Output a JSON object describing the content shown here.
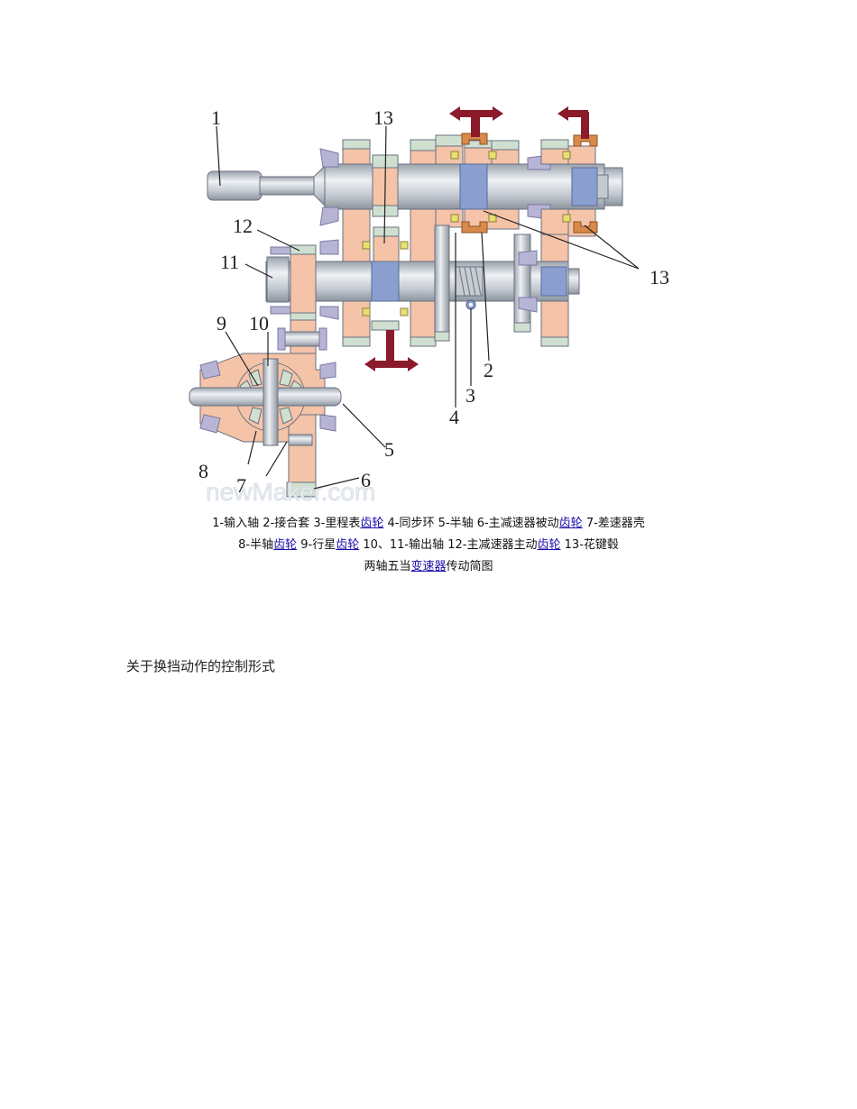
{
  "figure": {
    "title": "两轴五当变速器传动简图",
    "watermark": "newMaker.com",
    "callout_labels": {
      "l1": "1",
      "l2": "2",
      "l3": "3",
      "l4": "4",
      "l5": "5",
      "l6": "6",
      "l7": "7",
      "l8": "8",
      "l9": "9",
      "l10": "10",
      "l11": "11",
      "l12": "12",
      "l13a": "13",
      "l13b": "13"
    },
    "colors": {
      "gear_body": "#f4c3a8",
      "gear_teeth": "#cfe0d0",
      "shaft": "#c4cad2",
      "spline_hub": "#8a9ed0",
      "bearing": "#b7b4d6",
      "synchro_ring": "#e8e070",
      "sleeve": "#d98a4a",
      "shift_arrow": "#8b1a2a",
      "outline": "#6a7080"
    }
  },
  "caption": {
    "line1": [
      {
        "text": "1-输入轴 2-接合套 3-里程表",
        "link": false
      },
      {
        "text": "齿轮",
        "link": true
      },
      {
        "text": " 4-同步环 5-半轴 6-主减速器被动",
        "link": false
      },
      {
        "text": "齿轮",
        "link": true
      },
      {
        "text": " 7-差速器壳",
        "link": false
      }
    ],
    "line2": [
      {
        "text": "8-半轴",
        "link": false
      },
      {
        "text": "齿轮",
        "link": true
      },
      {
        "text": " 9-行星",
        "link": false
      },
      {
        "text": "齿轮",
        "link": true
      },
      {
        "text": " 10、11-输出轴 12-主减速器主动",
        "link": false
      },
      {
        "text": "齿轮",
        "link": true
      },
      {
        "text": " 13-花键毂",
        "link": false
      }
    ],
    "line3": [
      {
        "text": "两轴五当",
        "link": false
      },
      {
        "text": "变速器",
        "link": true
      },
      {
        "text": "传动简图",
        "link": false
      }
    ]
  },
  "section_heading": "关于换挡动作的控制形式"
}
